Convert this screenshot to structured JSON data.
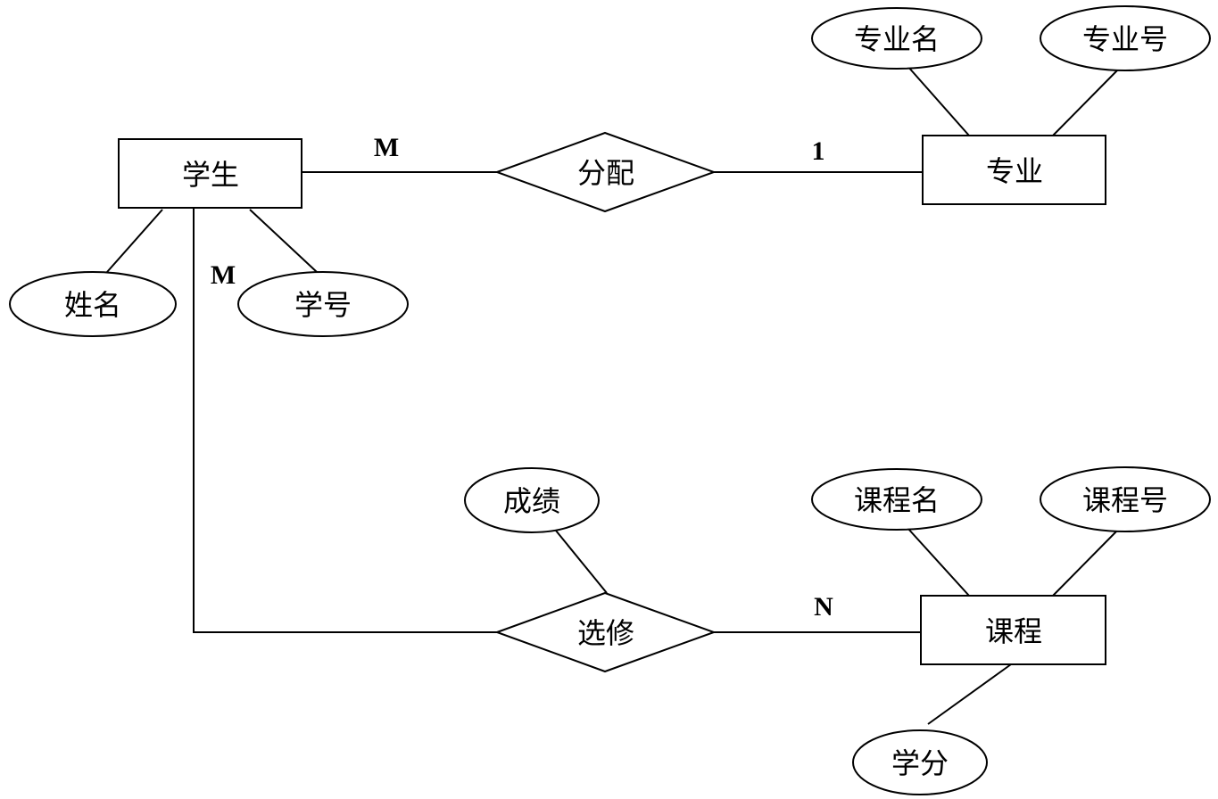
{
  "entities": {
    "student": "学生",
    "major": "专业",
    "course": "课程"
  },
  "relationships": {
    "assign": "分配",
    "enroll": "选修"
  },
  "attributes": {
    "student_name": "姓名",
    "student_id": "学号",
    "major_name": "专业名",
    "major_id": "专业号",
    "course_name": "课程名",
    "course_id": "课程号",
    "course_credit": "学分",
    "enroll_grade": "成绩"
  },
  "cardinalities": {
    "student_assign": "M",
    "assign_major": "1",
    "student_enroll": "M",
    "enroll_course": "N"
  }
}
